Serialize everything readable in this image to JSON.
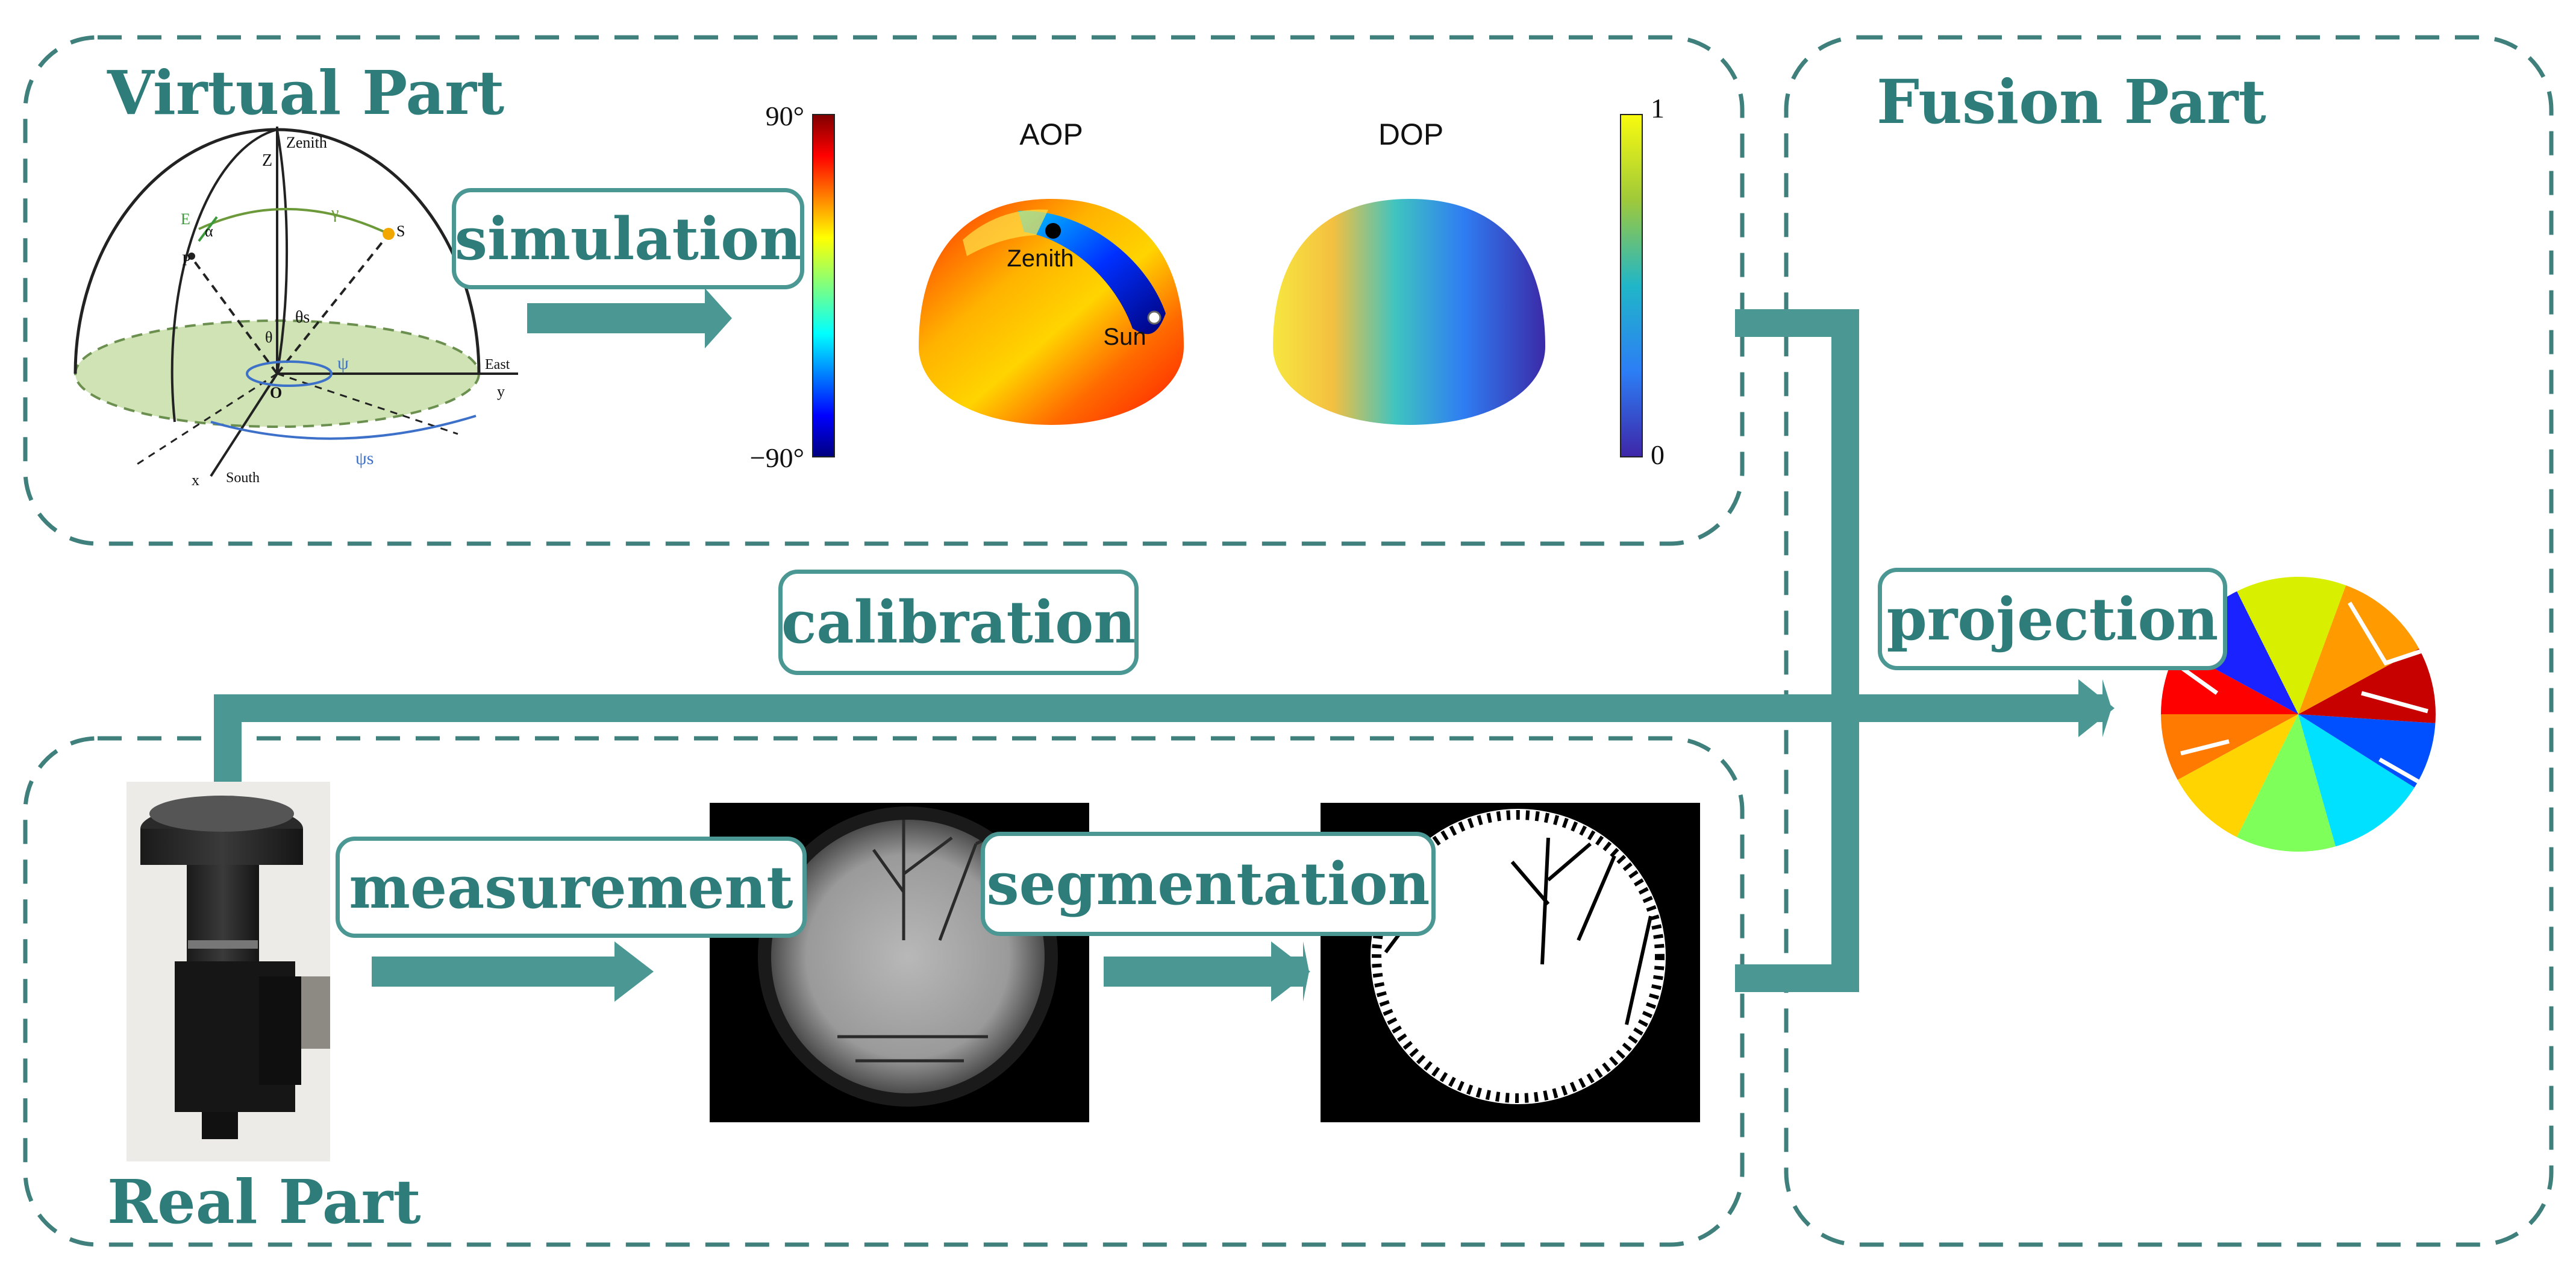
{
  "diagram": {
    "colors": {
      "teal": "#4a9793",
      "title": "#2e7d7b",
      "dashed": "#3f7f7c",
      "ground": "#cfe3b4"
    },
    "parts": {
      "virtual": "Virtual Part",
      "real": "Real Part",
      "fusion": "Fusion Part"
    },
    "steps": {
      "simulation": "simulation",
      "calibration": "calibration",
      "measurement": "measurement",
      "segmentation": "segmentation",
      "projection": "projection"
    },
    "sky_model": {
      "zenith": "Zenith",
      "east": "East",
      "south": "South",
      "z": "Z",
      "y": "y",
      "x": "x",
      "o": "O",
      "p": "P",
      "s": "S",
      "e": "E",
      "alpha": "α",
      "gamma": "γ",
      "theta": "θ",
      "theta_s": "θs",
      "psi": "ψ",
      "psi_s": "ψs"
    },
    "aop": {
      "title": "AOP",
      "scale_max": "90°",
      "scale_min": "−90°",
      "zenith_label": "Zenith",
      "sun_label": "Sun"
    },
    "dop": {
      "title": "DOP",
      "scale_max": "1",
      "scale_min": "0"
    }
  }
}
